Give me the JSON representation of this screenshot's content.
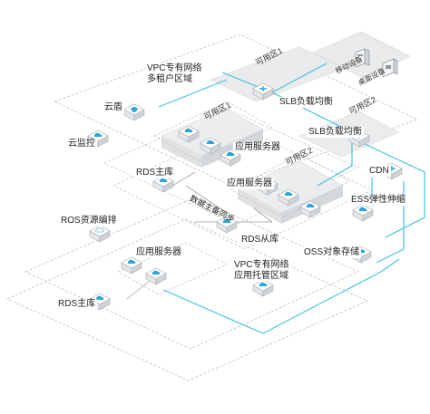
{
  "labels": {
    "vpc_multi_tenant": "VPC专有网络\n多租户区域",
    "cloud_shield": "云盾",
    "cloud_monitor": "云监控",
    "rds_primary_top": "RDS主库",
    "app_server_1": "应用服务器",
    "app_server_2": "应用服务器",
    "zone_1": "可用区1",
    "zone_2": "可用区2",
    "slb_1": "SLB负载均衡",
    "slb_2": "SLB负载均衡",
    "data_sync": "数据主备同步",
    "rds_replica": "RDS从库",
    "ros": "ROS资源编排",
    "app_server_3": "应用服务器",
    "rds_primary_bottom": "RDS主库",
    "vpc_hosting": "VPC专有网络\n应用托管区域",
    "cdn": "CDN",
    "ess": "ESS弹性伸缩",
    "oss": "OSS对象存储",
    "mobile_device": "移动设备",
    "desktop_device": "桌面设备"
  },
  "colors": {
    "link": "#47c0e0",
    "icon_blue": "#2aa8dc",
    "platform": "#e6e8ea",
    "dashed": "#b9bdc1"
  }
}
